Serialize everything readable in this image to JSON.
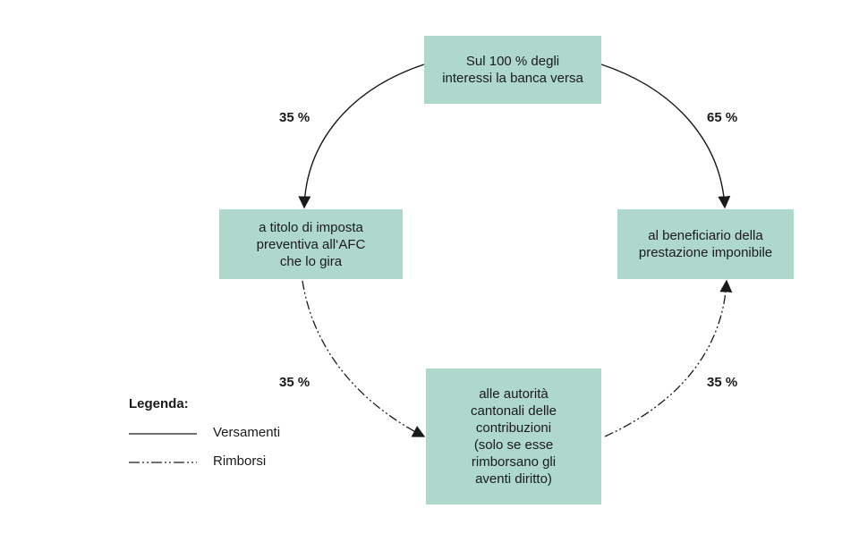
{
  "nodes": {
    "top": [
      "Sul 100 % degli",
      "interessi la banca versa"
    ],
    "left": [
      "a titolo di imposta",
      "preventiva all‘AFC",
      "che lo gira"
    ],
    "right": [
      "al beneficiario della",
      "prestazione imponibile"
    ],
    "bottom": [
      "alle autorità",
      "cantonali delle",
      "contribuzioni",
      "(solo se esse",
      "rimborsano gli",
      "aventi diritto)"
    ]
  },
  "percentages": {
    "top_left": "35 %",
    "top_right": "65 %",
    "bottom_left": "35 %",
    "bottom_right": "35 %"
  },
  "legend": {
    "title": "Legenda:",
    "solid_label": "Versamenti",
    "dashed_label": "Rimborsi"
  },
  "colors": {
    "node_fill": "#aed8cc",
    "line": "#1a1a1a"
  }
}
